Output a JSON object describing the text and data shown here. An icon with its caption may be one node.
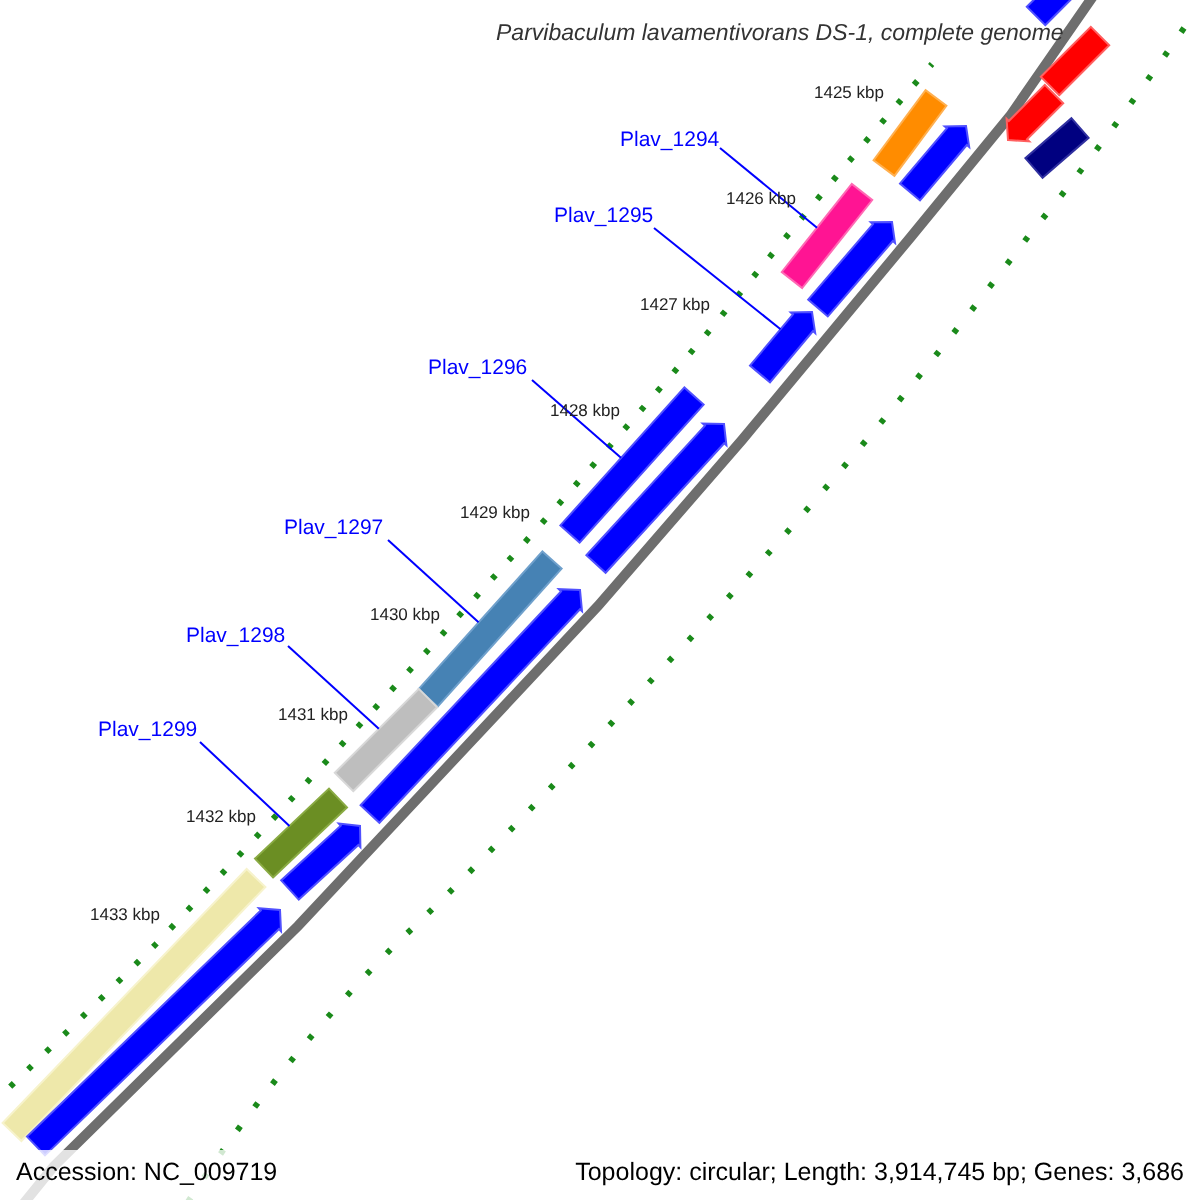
{
  "diagram": {
    "title": "Parvibaculum lavamentivorans DS-1, complete genome",
    "nodes": [
      {
        "text": [
          "Plav_1294"
        ]
      },
      {
        "text": [
          "Plav_1295"
        ]
      },
      {
        "text": [
          "Plav_1296"
        ]
      },
      {
        "text": [
          "Plav_1297"
        ]
      },
      {
        "text": [
          "Plav_1298"
        ]
      },
      {
        "text": [
          "Plav_1299"
        ]
      },
      {
        "text": [],
        "shape": "bar"
      },
      {
        "text": [],
        "shape": "bar"
      },
      {
        "text": [],
        "shape": "bar"
      },
      {
        "text": [],
        "shape": "bar"
      },
      {
        "text": [],
        "shape": "bar"
      },
      {
        "text": [],
        "shape": "bar"
      },
      {
        "text": [],
        "shape": "bar"
      },
      {
        "text": [],
        "shape": "bar"
      },
      {
        "text": [],
        "shape": "bar"
      },
      {
        "text": [],
        "shape": "bar"
      },
      {
        "text": [],
        "shape": "bar"
      },
      {
        "text": [],
        "shape": "bar"
      },
      {
        "text": [],
        "shape": "bar"
      },
      {
        "text": [],
        "shape": "bar"
      },
      {
        "text": [],
        "shape": "bar"
      },
      {
        "text": [],
        "shape": "bar"
      },
      {
        "text": [],
        "shape": "bar"
      },
      {
        "text": [],
        "shape": "bar"
      }
    ],
    "edges": [
      {
        "from": 0,
        "to": 6,
        "arrow": "none"
      },
      {
        "from": 1,
        "to": 7,
        "arrow": "none"
      },
      {
        "from": 2,
        "to": 8,
        "arrow": "none"
      },
      {
        "from": 3,
        "to": 9,
        "arrow": "none"
      },
      {
        "from": 4,
        "to": 10,
        "arrow": "none"
      },
      {
        "from": 5,
        "to": 11,
        "arrow": "none"
      }
    ],
    "labels": [
      "1425 kbp",
      "1426 kbp",
      "1427 kbp",
      "1428 kbp",
      "1429 kbp",
      "1430 kbp",
      "1431 kbp",
      "1432 kbp",
      "1433 kbp",
      "Accession: NC_009719",
      "Topology: circular; Length: 3,914,745 bp; Genes: 3,686"
    ]
  }
}
